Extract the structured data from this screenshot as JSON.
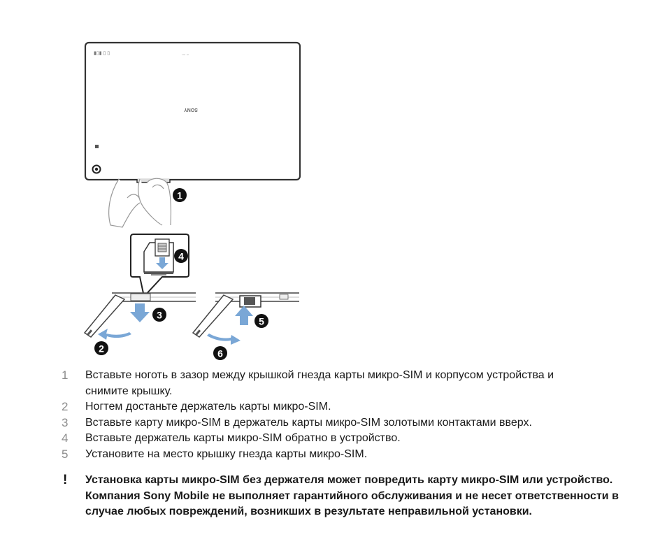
{
  "figure": {
    "callouts": [
      "1",
      "2",
      "3",
      "4",
      "5",
      "6"
    ],
    "device_top_left_text": "▮▯▮ ▯ ▯",
    "device_top_text": "▫▫▫ ▫▫",
    "device_logo": "SONY"
  },
  "steps": [
    {
      "num": "1",
      "text": "Вставьте ноготь в зазор между крышкой гнезда карты микро-SIM и корпусом устройства и снимите крышку."
    },
    {
      "num": "2",
      "text": "Ногтем достаньте держатель карты микро-SIM."
    },
    {
      "num": "3",
      "text": "Вставьте карту микро-SIM в держатель карты микро-SIM золотыми контактами вверх."
    },
    {
      "num": "4",
      "text": "Вставьте держатель карты микро-SIM обратно в устройство."
    },
    {
      "num": "5",
      "text": "Установите на место крышку гнезда карты микро-SIM."
    }
  ],
  "warning": {
    "icon": "exclamation-icon",
    "symbol": "!",
    "text": "Установка карты микро-SIM без держателя может повредить карту микро-SIM или устройство. Компания Sony Mobile не выполняет гарантийного обслуживания и не несет ответственности в случае любых повреждений, возникших в результате неправильной установки."
  }
}
